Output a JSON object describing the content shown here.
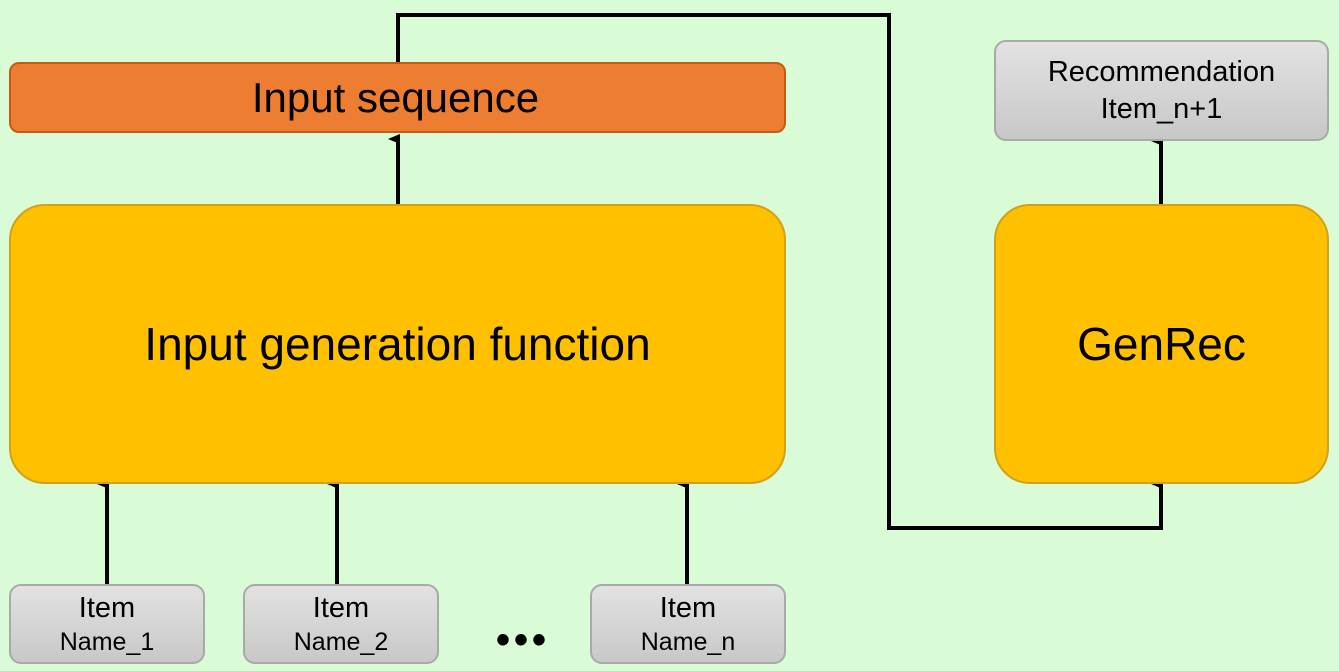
{
  "input_sequence": {
    "label": "Input sequence"
  },
  "input_generation": {
    "label": "Input generation function"
  },
  "genrec": {
    "label": "GenRec"
  },
  "recommendation": {
    "line1": "Recommendation",
    "line2": "Item_n+1"
  },
  "items": [
    {
      "line1": "Item",
      "line2": "Name_1"
    },
    {
      "line1": "Item",
      "line2": "Name_2"
    },
    {
      "line1": "Item",
      "line2": "Name_n"
    }
  ],
  "ellipsis": "•••",
  "colors": {
    "background": "#d9fbd5",
    "input_sequence": "#ed7d31",
    "function_box": "#ffc000",
    "item_box": "#d6d6d6",
    "connector": "#000000"
  }
}
